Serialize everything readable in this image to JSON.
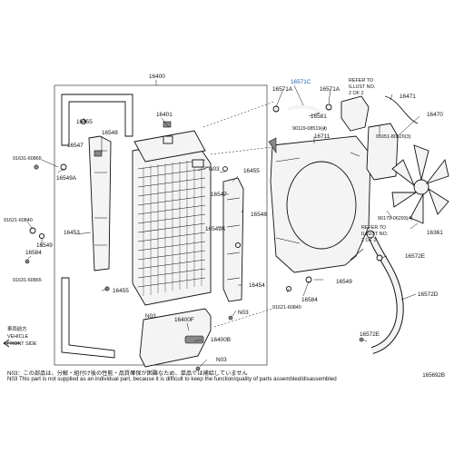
{
  "parts": {
    "p16400": "16400",
    "p16401": "16401",
    "p16455a": "16455",
    "p16455b": "16455",
    "p16455c": "16455",
    "p16548a": "16548",
    "p16548b": "16548",
    "p16547a": "16547",
    "p16547b": "16547",
    "p16549a": "16549A",
    "p16549b": "16549A",
    "p16549c": "16549",
    "p16549d": "16549",
    "p16584a": "16584",
    "p16584b": "16584",
    "p16453": "16453",
    "p16454": "16454",
    "p16400f": "16400F",
    "p16400b": "16400B",
    "p16571a1": "16571A",
    "p16571a2": "16571A",
    "p16571c": "16571C",
    "p16581": "16581",
    "p16711": "16711",
    "p16471": "16471",
    "p16470": "16470",
    "p16361": "16361",
    "p16572e1": "16572E",
    "p16572e2": "16572E",
    "p16572d": "16572D",
    "b91631a": "91631-60865",
    "b91631b": "91631-60865",
    "b91621a": "91621-60840",
    "b91621b": "91621-60840",
    "b90119": "90119-08519(4)",
    "b91651": "91651-80820(3)",
    "b90179": "90179-06293(4)",
    "n03a": "N03",
    "n03b": "N03",
    "n03c": "N03",
    "n03d": "N03"
  },
  "refer1": [
    "REFER TO",
    "ILLUST NO.",
    "2 OF 2"
  ],
  "refer2": [
    "REFER TO",
    "ILLUST NO.",
    "2 OF 2"
  ],
  "vehicle_note": [
    "車両前方",
    "VEHICLE",
    "FRONT SIDE"
  ],
  "footnote_jp": "N03：この部品は、分解・組付け後の性能・品質確保が困難なため、単品では補給していません",
  "footnote_en": "N03 This part is not supplied as an individual part, because it is difficult to keep the function/quality of parts assembled/disassembled",
  "figure_no": "165692B",
  "colors": {
    "highlight": "#1a5fb4",
    "line": "#111111"
  }
}
